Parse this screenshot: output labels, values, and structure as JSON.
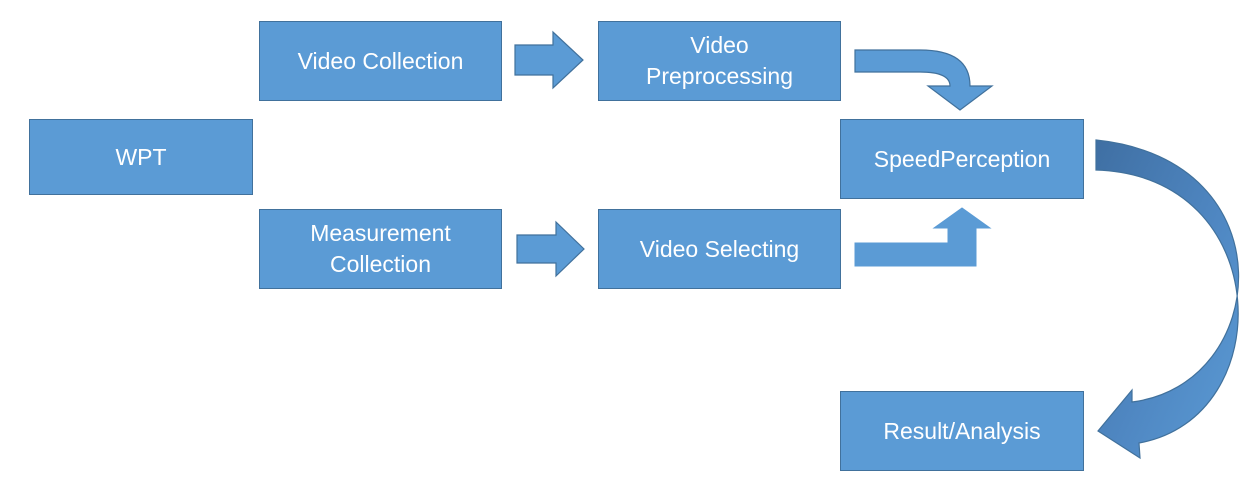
{
  "diagram": {
    "nodes": {
      "wpt": "WPT",
      "video_collection": "Video Collection",
      "video_preprocessing": "Video\nPreprocessing",
      "measurement_collection": "Measurement\nCollection",
      "video_selecting": "Video Selecting",
      "speedperception": "SpeedPerception",
      "result_analysis": "Result/Analysis"
    },
    "colors": {
      "node_fill": "#5b9bd5",
      "node_border": "#41719c",
      "arrow_fill": "#5b9bd5",
      "curved_arrow_dark": "#4472a6",
      "text": "#ffffff"
    }
  }
}
